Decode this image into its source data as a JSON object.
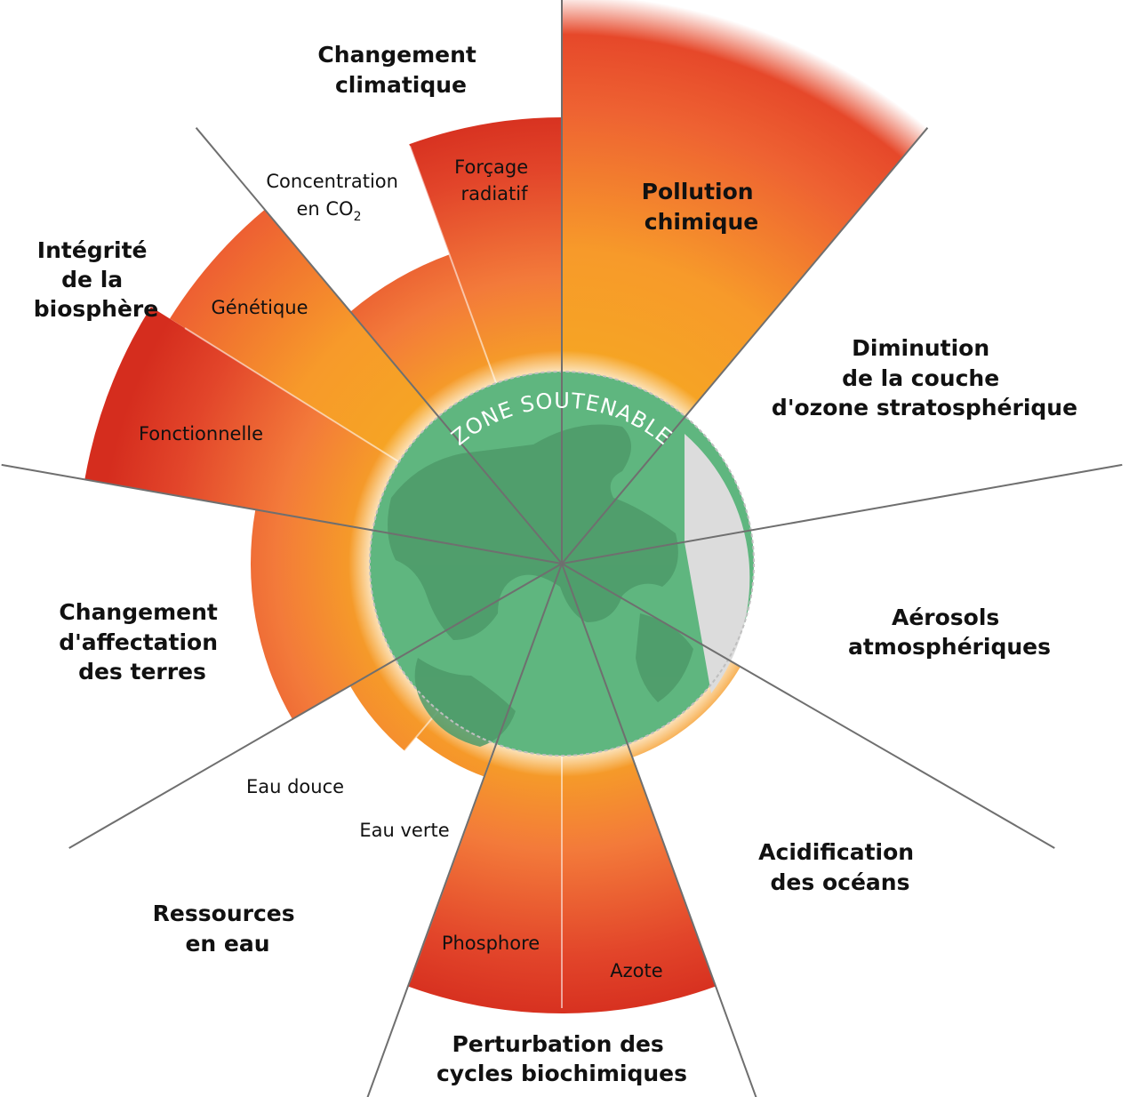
{
  "colors": {
    "safe_zone": "#5fb67f",
    "continents": "#4e9a6a",
    "unknown_zone": "#d9d9d9",
    "zone_low": "#f6a623",
    "zone_mid": "#f37a3a",
    "zone_high": "#d93220",
    "divider": "#777777"
  },
  "zone_label": "ZONE SOUTENABLE",
  "boundaries": {
    "climate": {
      "lines": [
        "Changement",
        "climatique"
      ],
      "sub": {
        "radiative": [
          "Forçage",
          "radiatif"
        ],
        "co2": [
          "Concentration",
          "en CO"
        ],
        "co2_sub": "2"
      }
    },
    "chemical": {
      "lines": [
        "Pollution",
        "chimique"
      ]
    },
    "ozone": {
      "lines": [
        "Diminution",
        "de la couche",
        "d'ozone stratosphérique"
      ]
    },
    "aerosols": {
      "lines": [
        "Aérosols",
        "atmosphériques"
      ]
    },
    "ocean": {
      "lines": [
        "Acidification",
        "des océans"
      ]
    },
    "biogeo": {
      "lines": [
        "Perturbation des",
        "cycles biochimiques"
      ],
      "sub": {
        "phosphorus": "Phosphore",
        "nitrogen": "Azote"
      }
    },
    "water": {
      "lines": [
        "Ressources",
        "en eau"
      ],
      "sub": {
        "fresh": "Eau douce",
        "green": "Eau verte"
      }
    },
    "land": {
      "lines": [
        "Changement",
        "d'affectation",
        "des terres"
      ]
    },
    "biosphere": {
      "lines": [
        "Intégrité",
        "de la",
        "biosphère"
      ],
      "sub": {
        "genetic": "Génétique",
        "functional": "Fonctionnelle"
      }
    }
  }
}
